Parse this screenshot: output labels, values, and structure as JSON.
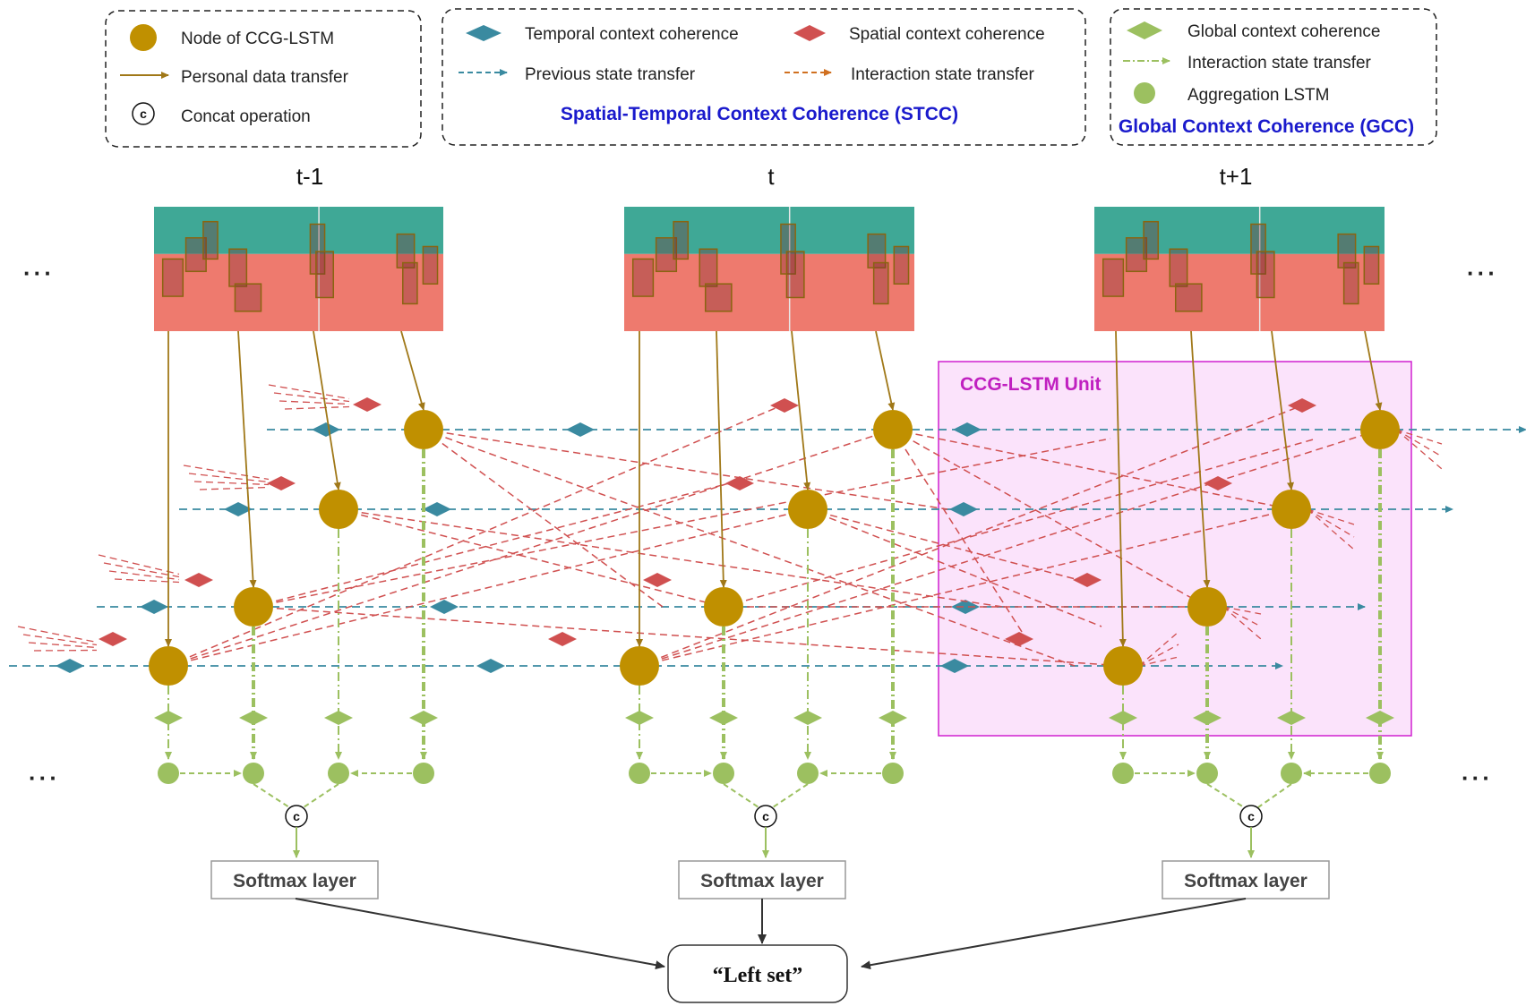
{
  "colors": {
    "node": "#c09000",
    "personal": "#a07818",
    "temporal": "#3a8aa0",
    "spatial": "#d05050",
    "global": "#9cc060",
    "unit_fill": "#fbe3fb",
    "unit_border": "#d020d0"
  },
  "legend": {
    "box1": {
      "items": [
        {
          "icon": "node-circle-icon",
          "label": "Node of CCG-LSTM"
        },
        {
          "icon": "brown-arrow-icon",
          "label": "Personal data  transfer"
        },
        {
          "icon": "concat-c-icon",
          "label": "Concat operation",
          "symbol": "c"
        }
      ]
    },
    "box2": {
      "items": [
        {
          "icon": "teal-diamond-icon",
          "label": "Temporal context coherence"
        },
        {
          "icon": "red-diamond-icon",
          "label": "Spatial context coherence"
        },
        {
          "icon": "teal-dashed-arrow-icon",
          "label": "Previous state transfer"
        },
        {
          "icon": "red-dashed-arrow-icon",
          "label": "Interaction state transfer"
        }
      ],
      "title": "Spatial-Temporal Context Coherence (STCC)"
    },
    "box3": {
      "items": [
        {
          "icon": "green-diamond-icon",
          "label": "Global context coherence"
        },
        {
          "icon": "green-dashdot-arrow-icon",
          "label": "Interaction state transfer"
        },
        {
          "icon": "green-circle-icon",
          "label": "Aggregation LSTM"
        }
      ],
      "title": "Global Context Coherence (GCC)"
    }
  },
  "time_steps": [
    {
      "label": "t-1",
      "softmax": "Softmax layer",
      "concat": "c"
    },
    {
      "label": "t",
      "softmax": "Softmax layer",
      "concat": "c"
    },
    {
      "label": "t+1",
      "softmax": "Softmax layer",
      "concat": "c"
    }
  ],
  "unit_label": "CCG-LSTM Unit",
  "output_label": "“Left set”",
  "ellipsis": "···"
}
